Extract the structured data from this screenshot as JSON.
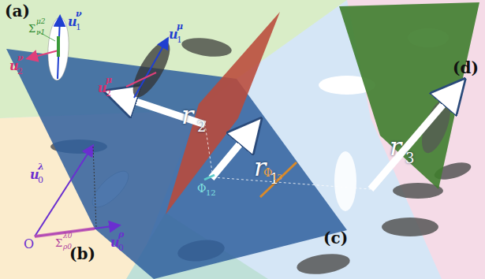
{
  "diagram": {
    "labels": [
      "(a)",
      "(b)",
      "(c)",
      "(d)",
      "r",
      "2",
      "r",
      "1",
      "r",
      "3",
      "Φ",
      "12",
      "Φ",
      "13",
      "u",
      "ν",
      "1",
      "u",
      "μ",
      "1",
      "u",
      "ν",
      "2",
      "u",
      "μ",
      "2",
      "Σ",
      "μ2",
      "ν1",
      "u",
      "λ",
      "0",
      "u",
      "ρ",
      "0",
      "Σ",
      "λ0",
      "ρ0",
      "O"
    ]
  }
}
